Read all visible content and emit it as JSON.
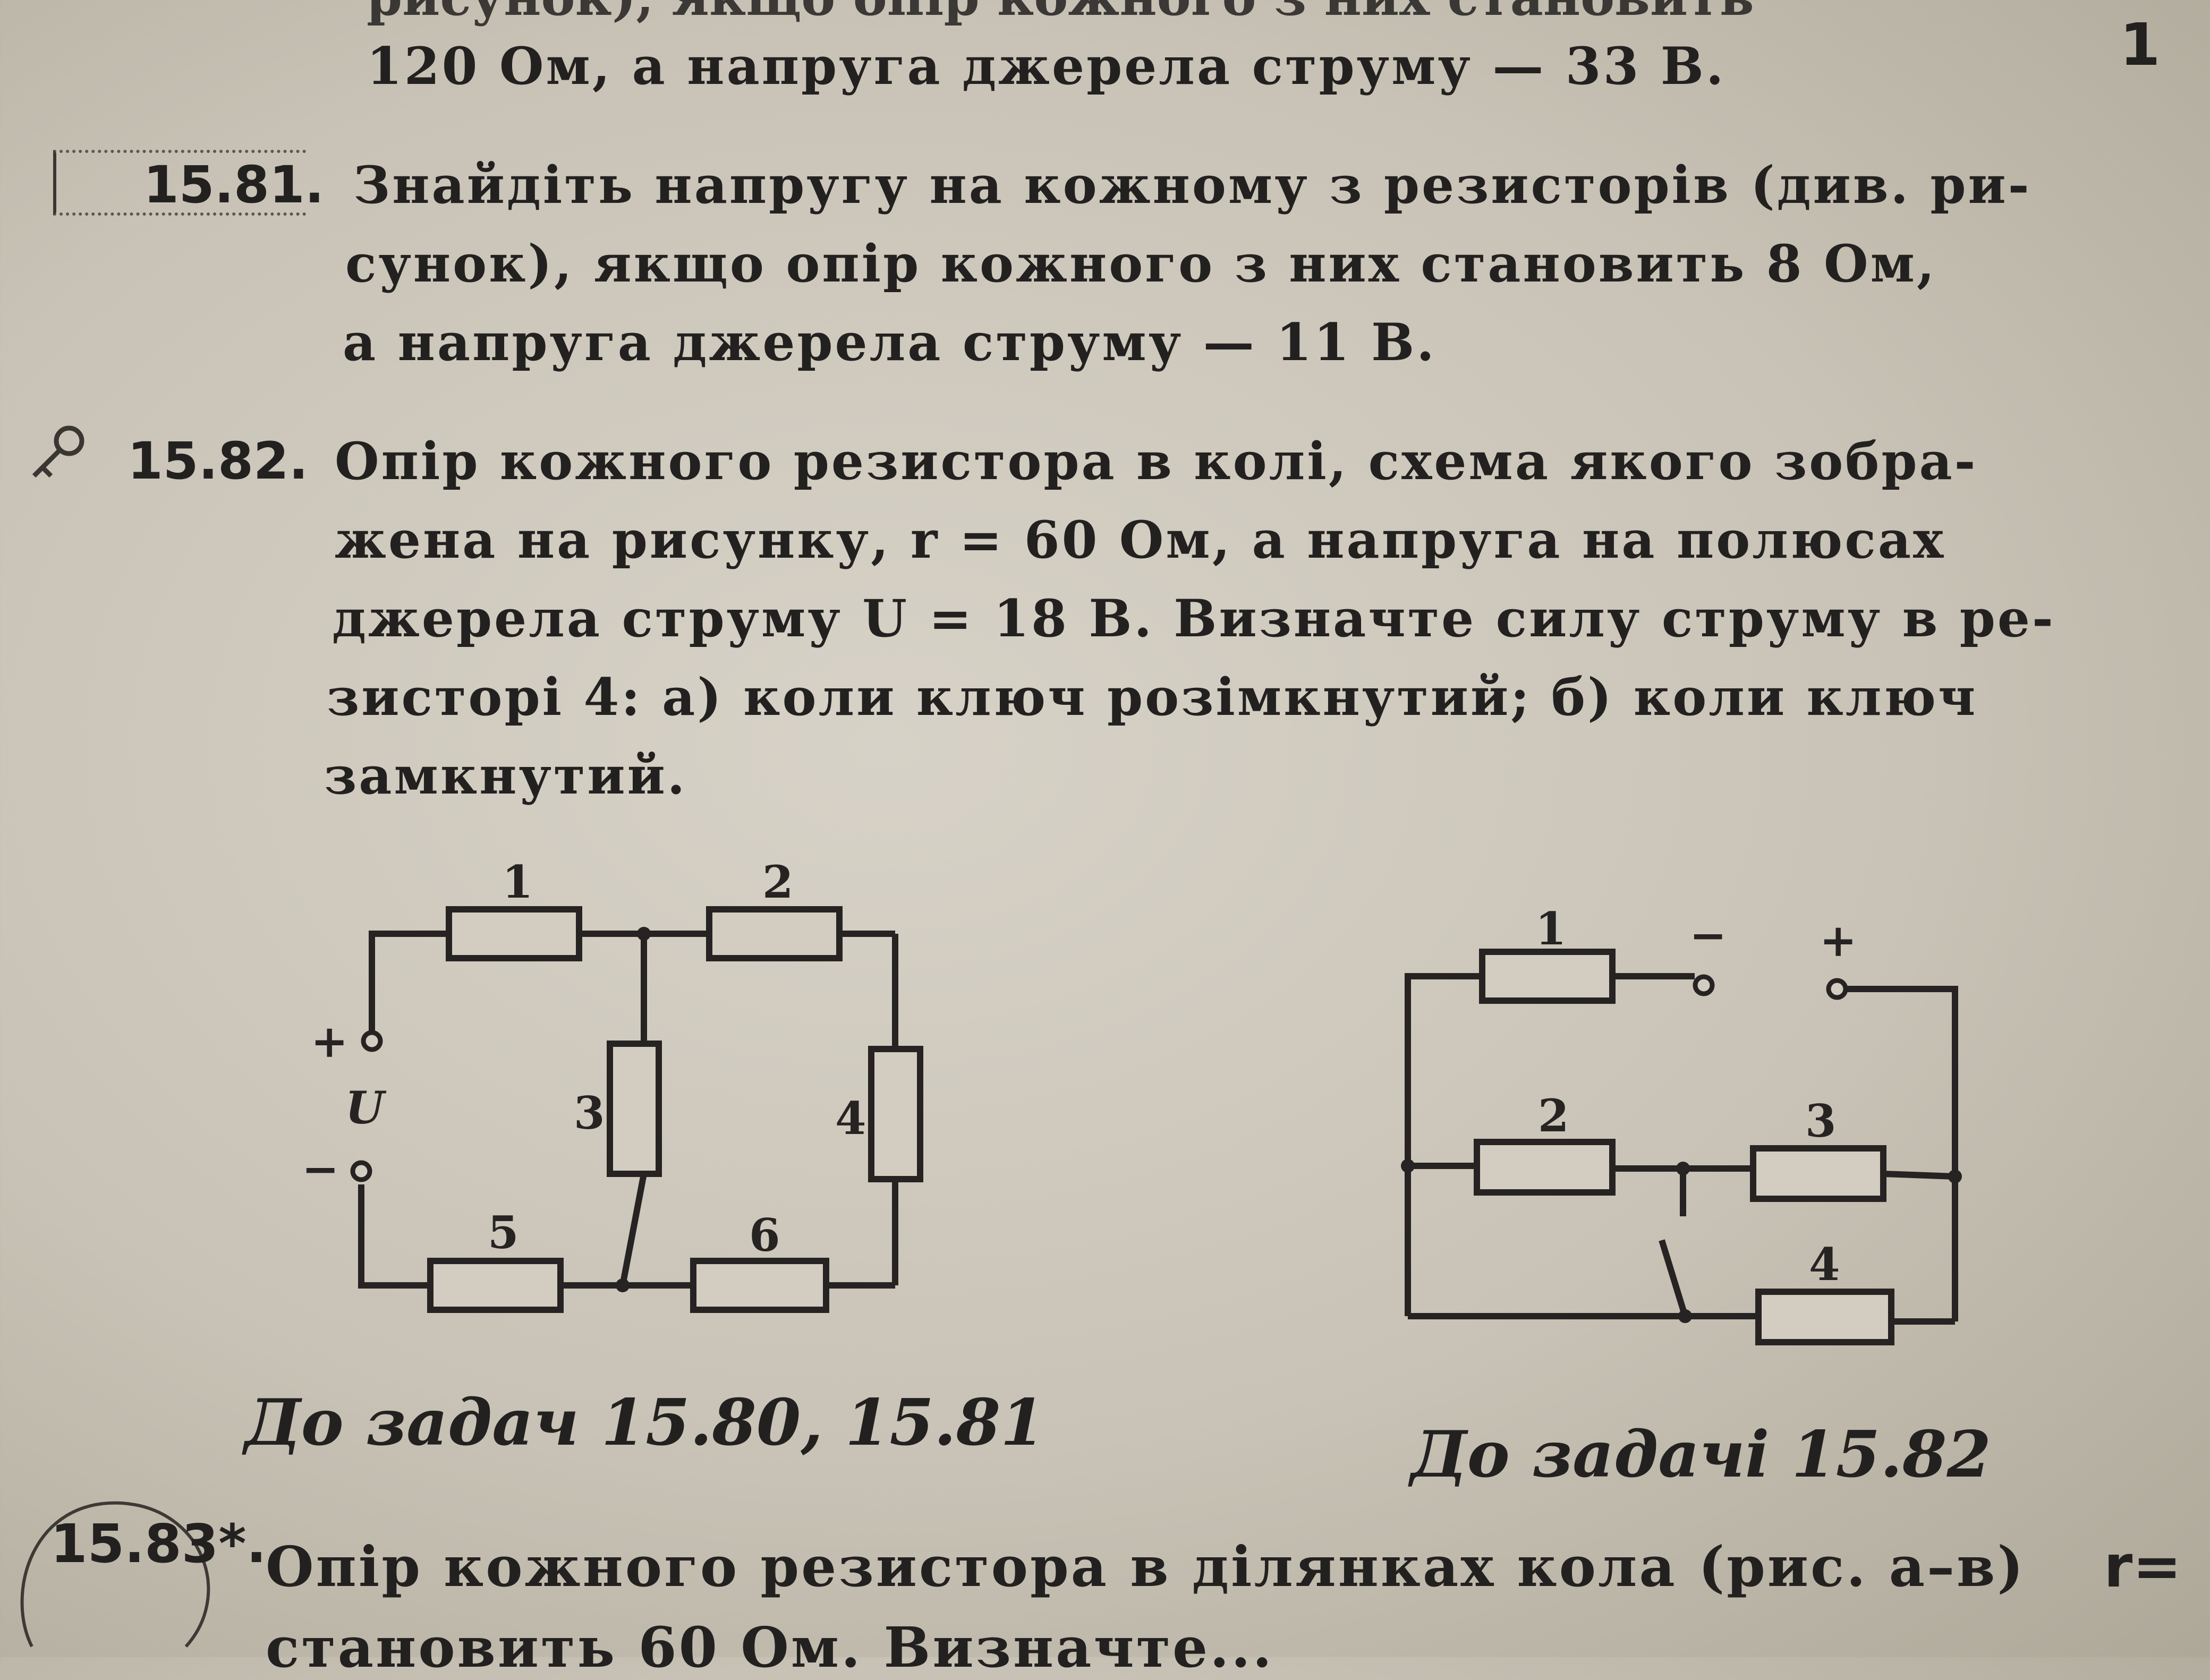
{
  "top_partial": {
    "line_cut": "рисунок), якщо опір кожного з них становить",
    "line": "120 Ом, а напруга джерела струму — 33 В."
  },
  "corner_mark": "1",
  "problem_1581": {
    "number": "15.81.",
    "lines": [
      "Знайдіть напругу на кожному з резисторів (див. ри-",
      "сунок), якщо опір кожного з них становить 8 Ом,",
      "а напруга джерела струму — 11 В."
    ]
  },
  "problem_1582": {
    "number": "15.82.",
    "lines": [
      "Опір кожного резистора в колі, схема якого зобра-",
      "жена на рисунку, r = 60 Ом, а напруга на полюсах",
      "джерела струму U = 18 В. Визначте силу струму в ре-",
      "зисторі 4: а) коли ключ розімкнутий; б) коли ключ",
      "замкнутий."
    ]
  },
  "circuit_left": {
    "labels": [
      "1",
      "2",
      "3",
      "4",
      "5",
      "6"
    ],
    "plus": "+",
    "minus": "−",
    "voltage": "U",
    "caption": "До задач 15.80, 15.81"
  },
  "circuit_right": {
    "labels": [
      "1",
      "2",
      "3",
      "4"
    ],
    "minus": "−",
    "plus": "+",
    "caption": "До задачі 15.82"
  },
  "problem_1583": {
    "number": "15.83*.",
    "line": "Опір кожного резистора в ділянках кола (рис. а–в)",
    "line_cut": "становить 60 Ом. Визначте...",
    "side_mark": "r="
  }
}
